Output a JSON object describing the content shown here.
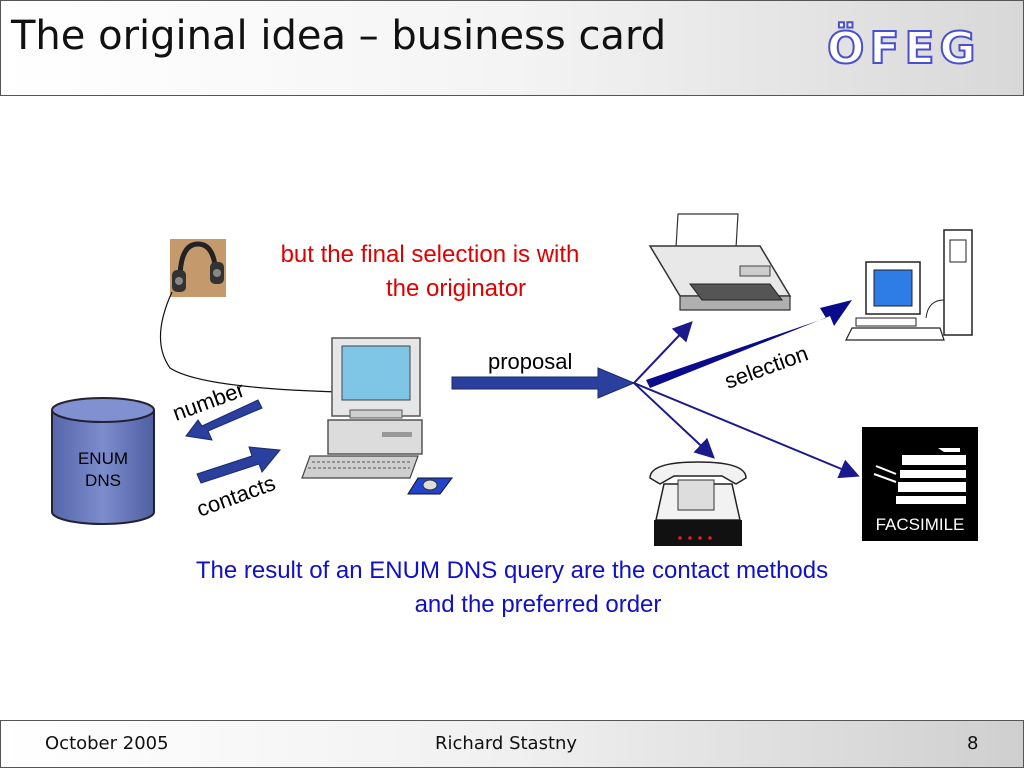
{
  "slide": {
    "title": "The original idea – business card",
    "logo_text": "ÖFEG"
  },
  "diagram": {
    "dns_label_line1": "ENUM",
    "dns_label_line2": "DNS",
    "arrow_number_label": "number",
    "arrow_contacts_label": "contacts",
    "arrow_proposal_label": "proposal",
    "arrow_selection_label": "selection",
    "note_red_line1": "but the final selection is with",
    "note_red_line2": "the originator",
    "fax_label": "FACSIMILE",
    "caption_line1": "The result of an ENUM DNS query are the contact methods",
    "caption_line2": "and the preferred order"
  },
  "footer": {
    "date": "October 2005",
    "author": "Richard Stastny",
    "page_number": "8"
  },
  "colors": {
    "arrow_fill": "#2a3f9e",
    "dns_fill": "#6677bb",
    "red_text": "#e00000",
    "blue_text": "#1010c8",
    "logo_stroke": "#4a4fd0"
  },
  "icons": [
    "headset-icon",
    "computer-icon",
    "printer-icon",
    "pc-tower-icon",
    "telephone-icon",
    "fax-icon",
    "dns-database-icon"
  ]
}
